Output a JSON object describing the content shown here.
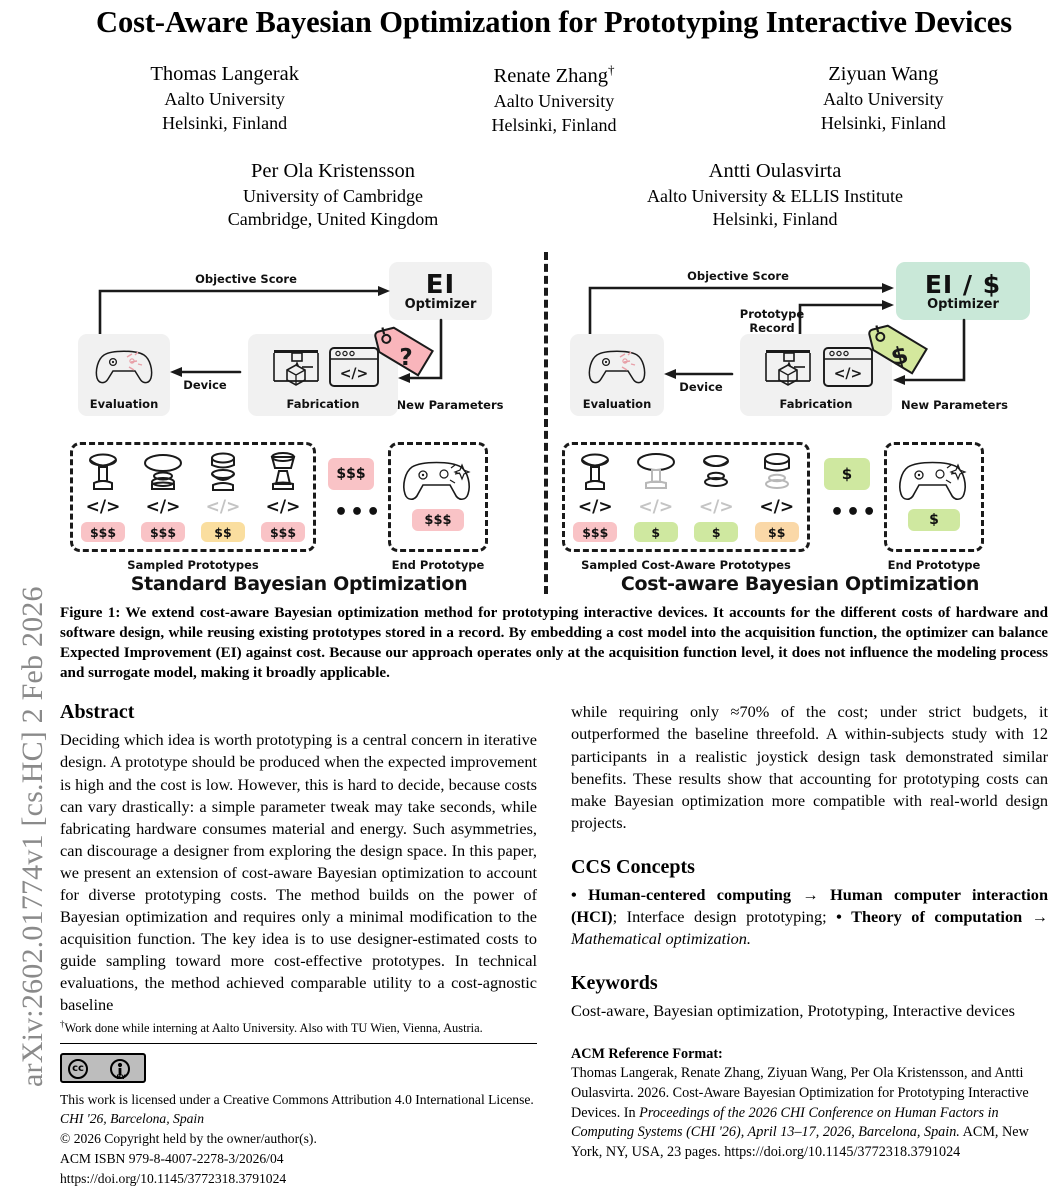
{
  "arxiv_stamp": "arXiv:2602.01774v1  [cs.HC]  2 Feb 2026",
  "title": "Cost-Aware Bayesian Optimization for Prototyping Interactive Devices",
  "authors_row1": [
    {
      "name": "Thomas Langerak",
      "dagger": "",
      "affiliation": "Aalto University",
      "location": "Helsinki, Finland"
    },
    {
      "name": "Renate Zhang",
      "dagger": "†",
      "affiliation": "Aalto University",
      "location": "Helsinki, Finland"
    },
    {
      "name": "Ziyuan Wang",
      "dagger": "",
      "affiliation": "Aalto University",
      "location": "Helsinki, Finland"
    }
  ],
  "authors_row2": [
    {
      "name": "Per Ola Kristensson",
      "dagger": "",
      "affiliation": "University of Cambridge",
      "location": "Cambridge, United Kingdom"
    },
    {
      "name": "Antti Oulasvirta",
      "dagger": "",
      "affiliation": "Aalto University & ELLIS Institute",
      "location": "Helsinki, Finland"
    }
  ],
  "figure": {
    "left_panel": {
      "title": "Standard Bayesian Optimization",
      "optimizer_main": "EI",
      "optimizer_sub": "Optimizer",
      "objective_score_label": "Objective Score",
      "device_label": "Device",
      "new_parameters_label": "New Parameters",
      "evaluation_label": "Evaluation",
      "fabrication_label": "Fabrication",
      "tag_symbol": "?",
      "sampled_label": "Sampled Prototypes",
      "end_label": "End Prototype",
      "dots": "•••",
      "prototypes": [
        {
          "code": "</>",
          "code_faded": false,
          "cost": "$$$",
          "cost_color": "#f9c3c6"
        },
        {
          "code": "</>",
          "code_faded": false,
          "cost": "$$$",
          "cost_color": "#f9c3c6"
        },
        {
          "code": "</>",
          "code_faded": true,
          "cost": "$$",
          "cost_color": "#fade9f"
        },
        {
          "code": "</>",
          "code_faded": false,
          "cost": "$$$",
          "cost_color": "#f9c3c6"
        }
      ],
      "middle_cost": "$$$",
      "middle_cost_color": "#f9c3c6",
      "end_cost": "$$$",
      "end_cost_color": "#f9c3c6"
    },
    "right_panel": {
      "title": "Cost-aware Bayesian Optimization",
      "optimizer_main": "EI / $",
      "optimizer_sub": "Optimizer",
      "objective_score_label": "Objective Score",
      "prototype_record_label": "Prototype\nRecord",
      "device_label": "Device",
      "new_parameters_label": "New Parameters",
      "evaluation_label": "Evaluation",
      "fabrication_label": "Fabrication",
      "tag_symbol": "$",
      "sampled_label": "Sampled Cost-Aware Prototypes",
      "end_label": "End Prototype",
      "dots": "•••",
      "prototypes": [
        {
          "code": "</>",
          "code_faded": false,
          "cost": "$$$",
          "cost_color": "#f9c3c6"
        },
        {
          "code": "</>",
          "code_faded": true,
          "cost": "$",
          "cost_color": "#cfe8a0"
        },
        {
          "code": "</>",
          "code_faded": true,
          "cost": "$",
          "cost_color": "#cfe8a0"
        },
        {
          "code": "</>",
          "code_faded": false,
          "cost": "$$",
          "cost_color": "#fad8a8"
        }
      ],
      "middle_cost": "$",
      "middle_cost_color": "#cfe8a0",
      "end_cost": "$",
      "end_cost_color": "#cfe8a0"
    }
  },
  "caption": "Figure 1: We extend cost-aware Bayesian optimization method for prototyping interactive devices. It accounts for the different costs of hardware and software design, while reusing existing prototypes stored in a record. By embedding a cost model into the acquisition function, the optimizer can balance Expected Improvement (EI) against cost. Because our approach operates only at the acquisition function level, it does not influence the modeling process and surrogate model, making it broadly applicable.",
  "abstract": {
    "heading": "Abstract",
    "left_text": "Deciding which idea is worth prototyping is a central concern in iterative design. A prototype should be produced when the expected improvement is high and the cost is low. However, this is hard to decide, because costs can vary drastically: a simple parameter tweak may take seconds, while fabricating hardware consumes material and energy. Such asymmetries, can discourage a designer from exploring the design space. In this paper, we present an extension of cost-aware Bayesian optimization to account for diverse prototyping costs. The method builds on the power of Bayesian optimization and requires only a minimal modification to the acquisition function. The key idea is to use designer-estimated costs to guide sampling toward more cost-effective prototypes. In technical evaluations, the method achieved comparable utility to a cost-agnostic baseline",
    "right_text": "while requiring only ≈70% of the cost; under strict budgets, it outperformed the baseline threefold. A within-subjects study with 12 participants in a realistic joystick design task demonstrated similar benefits. These results show that accounting for prototyping costs can make Bayesian optimization more compatible with real-world design projects."
  },
  "footnote": {
    "marker": "†",
    "text": "Work done while interning at Aalto University. Also with TU Wien, Vienna, Austria."
  },
  "license": {
    "cc_mark": "cc",
    "by_mark": "BY",
    "line1": "This work is licensed under a Creative Commons Attribution 4.0 International License.",
    "line2": "CHI '26, Barcelona, Spain",
    "line3": "© 2026 Copyright held by the owner/author(s).",
    "line4": "ACM ISBN 979-8-4007-2278-3/2026/04",
    "line5": "https://doi.org/10.1145/3772318.3791024"
  },
  "ccs": {
    "heading": "CCS Concepts",
    "bullet1_bold": "• Human-centered computing",
    "arrow": "→",
    "part1_bold": "Human computer interaction (HCI)",
    "part2_plain": "; Interface design prototyping; ",
    "bullet2_bold": "• Theory of computation",
    "part3_italic": "Mathematical optimization."
  },
  "keywords": {
    "heading": "Keywords",
    "text": "Cost-aware, Bayesian optimization, Prototyping, Interactive devices"
  },
  "acm_ref": {
    "heading": "ACM Reference Format:",
    "part1": "Thomas Langerak, Renate Zhang, Ziyuan Wang, Per Ola Kristensson, and Antti Oulasvirta. 2026. Cost-Aware Bayesian Optimization for Prototyping Interactive Devices. In ",
    "part_italic": "Proceedings of the 2026 CHI Conference on Human Factors in Computing Systems (CHI '26), April 13–17, 2026, Barcelona, Spain.",
    "part2": " ACM, New York, NY, USA, 23 pages. https://doi.org/10.1145/3772318.3791024"
  }
}
